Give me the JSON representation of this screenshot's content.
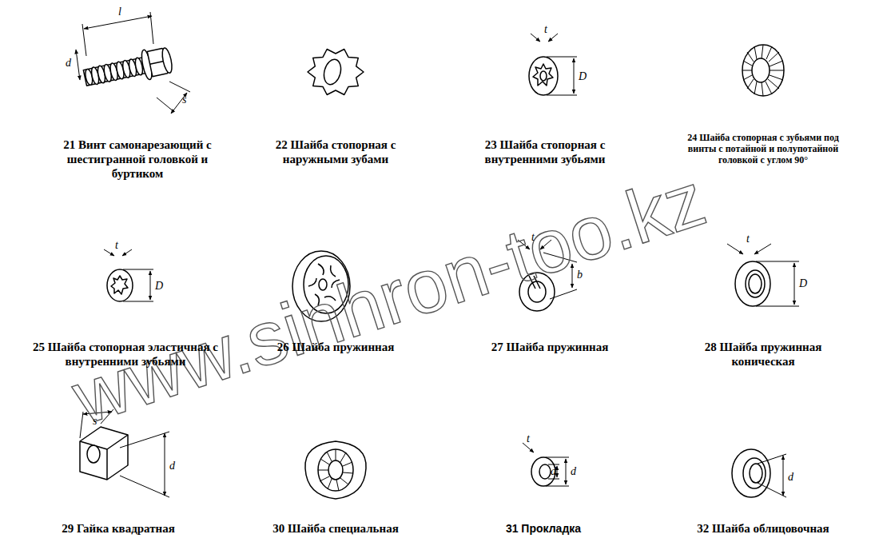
{
  "diagram": {
    "labels": [
      "21 Винт самонарезающий с шестигранной головкой и буртиком",
      "22 Шайба стопорная с наружными зубами",
      "23 Шайба стопорная с внутренними зубьями",
      "24 Шайба стопорная с зубьями под винты с потайной и полупотайной головкой с углом 90°",
      "25 Шайба стопорная эластичная с внутренними зубьями",
      "26 Шайба пружинная",
      "27 Шайба пружинная",
      "28 Шайба пружинная коническая",
      "29 Гайка квадратная",
      "30 Шайба специальная",
      "31 Прокладка",
      "32 Шайба облицовочная",
      "l",
      "d",
      "s",
      "t",
      "D",
      "t",
      "D",
      "t",
      "b",
      "t",
      "D",
      "s",
      "d",
      "t",
      "d",
      "d",
      "d",
      "www.sinhron-too.kz"
    ]
  }
}
